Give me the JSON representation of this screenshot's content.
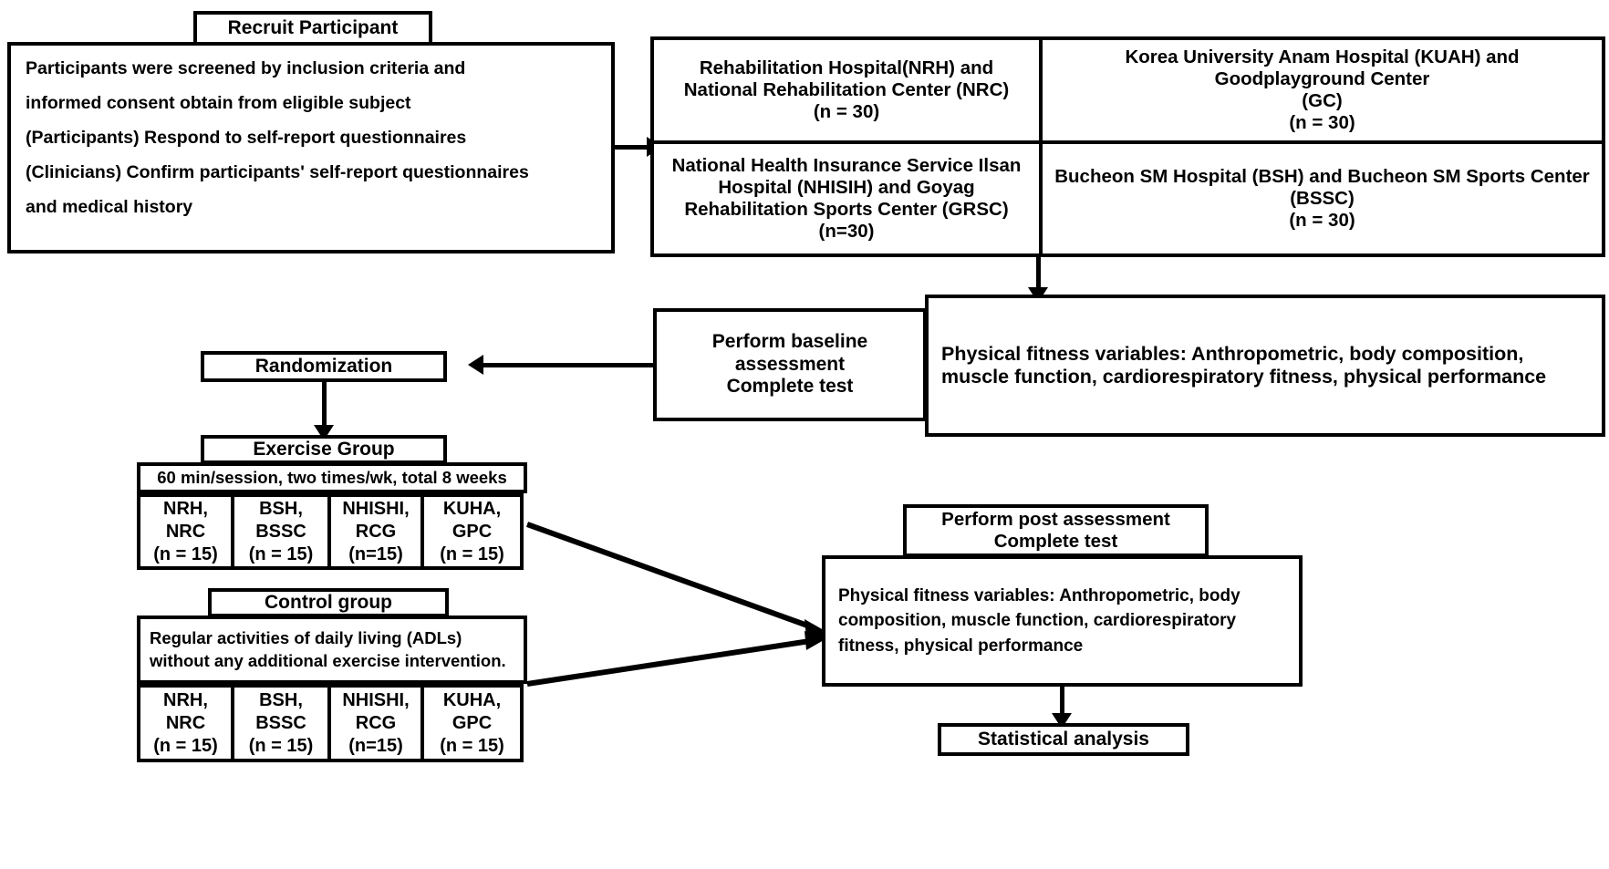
{
  "recruit": {
    "header": "Recruit Participant",
    "body": "Participants were screened by inclusion criteria and informed consent obtain from eligible subject (Participants) Respond to self-report questionnaires (Clinicians) Confirm participants' self-report questionnaires and medical history",
    "lines": [
      "Participants were screened by inclusion criteria and",
      "informed consent obtain from eligible subject",
      "(Participants) Respond to self-report questionnaires",
      "(Clinicians) Confirm participants' self-report questionnaires",
      "and medical history"
    ]
  },
  "sites": [
    {
      "name": "site-nrh-nrc",
      "text": "Rehabilitation Hospital(NRH) and National Rehabilitation Center (NRC)\n(n = 30)"
    },
    {
      "name": "site-kuah-gc",
      "text": "Korea University Anam Hospital (KUAH) and Goodplayground Center\n(GC)\n(n = 30)"
    },
    {
      "name": "site-nhisih-grsc",
      "text": "National Health Insurance Service Ilsan Hospital (NHISIH) and Goyag Rehabilitation Sports Center (GRSC)\n(n=30)"
    },
    {
      "name": "site-bsh-bssc",
      "text": "Bucheon SM Hospital (BSH) and Bucheon SM Sports Center (BSSC)\n(n = 30)"
    }
  ],
  "baseline": {
    "header": "Perform baseline\nassessment\nComplete test",
    "variables": "Physical fitness variables: Anthropometric, body composition, muscle function, cardiorespiratory fitness, physical performance"
  },
  "randomization": {
    "label": "Randomization"
  },
  "exercise_group": {
    "header": "Exercise Group",
    "protocol": "60 min/session, two times/wk, total 8 weeks",
    "cells": [
      {
        "site": "NRH,\nNRC",
        "n": "(n = 15)"
      },
      {
        "site": "BSH,\nBSSC",
        "n": "(n = 15)"
      },
      {
        "site": "NHISHI,\nRCG",
        "n": "(n=15)"
      },
      {
        "site": "KUHA,\nGPC",
        "n": "(n = 15)"
      }
    ]
  },
  "control_group": {
    "header": "Control group",
    "description": "Regular activities of daily living (ADLs) without any additional exercise intervention.",
    "cells": [
      {
        "site": "NRH,\nNRC",
        "n": "(n = 15)"
      },
      {
        "site": "BSH,\nBSSC",
        "n": "(n = 15)"
      },
      {
        "site": "NHISHI,\nRCG",
        "n": "(n=15)"
      },
      {
        "site": "KUHA,\nGPC",
        "n": "(n = 15)"
      }
    ]
  },
  "post_assessment": {
    "header": "Perform post assessment\nComplete test",
    "variables": "Physical fitness variables: Anthropometric, body composition, muscle function, cardiorespiratory fitness, physical performance"
  },
  "statistical_analysis": {
    "label": "Statistical analysis"
  },
  "colors": {
    "stroke": "#000000",
    "background": "#ffffff"
  }
}
